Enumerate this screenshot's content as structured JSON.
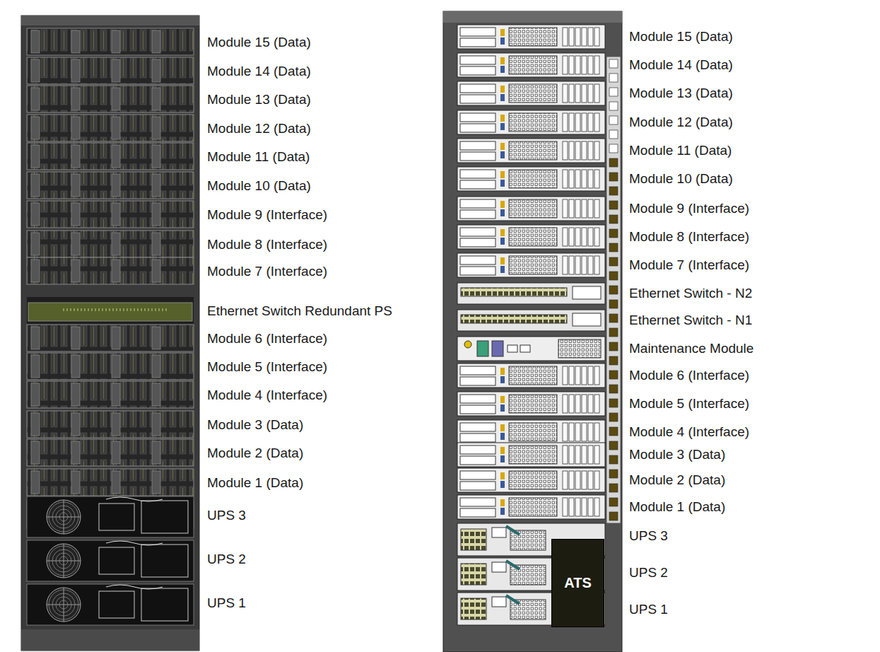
{
  "diagram": {
    "nodes": [
      {
        "text": [
          "ATS"
        ]
      }
    ],
    "labels": [
      "Module 15 (Data)",
      "Module 14 (Data)",
      "Module 13 (Data)",
      "Module 12 (Data)",
      "Module 11 (Data)",
      "Module 10 (Data)",
      "Module 9 (Interface)",
      "Module 8 (Interface)",
      "Module 7 (Interface)",
      "Ethernet Switch Redundant PS",
      "Module 6 (Interface)",
      "Module 5 (Interface)",
      "Module 4 (Interface)",
      "Module 3 (Data)",
      "Module 2 (Data)",
      "Module 1 (Data)",
      "UPS 3",
      "UPS 2",
      "UPS 1",
      "Module 15 (Data)",
      "Module 14 (Data)",
      "Module 13 (Data)",
      "Module 12 (Data)",
      "Module 11 (Data)",
      "Module 10 (Data)",
      "Module 9 (Interface)",
      "Module 8 (Interface)",
      "Module 7 (Interface)",
      "Ethernet Switch - N2",
      "Ethernet Switch - N1",
      "Maintenance Module",
      "Module 6 (Interface)",
      "Module 5 (Interface)",
      "Module 4 (Interface)",
      "Module 3 (Data)",
      "Module 2 (Data)",
      "Module 1 (Data)",
      "UPS 3",
      "UPS 2",
      "UPS 1"
    ]
  }
}
